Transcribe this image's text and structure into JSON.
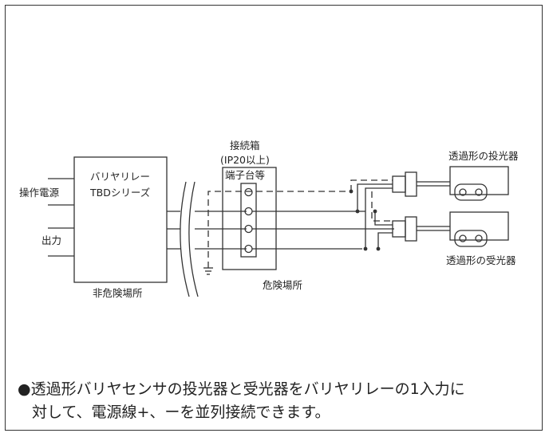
{
  "diagram": {
    "non_hazard": {
      "relay_line1": "バリヤリレー",
      "relay_line2": "TBDシリーズ",
      "input_label": "操作電源",
      "output_label": "出力",
      "area_label": "非危険場所"
    },
    "junction_box": {
      "title": "接続箱",
      "rating": "(IP20以上)",
      "terminal_label": "端子台等"
    },
    "hazard_area_label": "危険場所",
    "emitter_label": "透過形の投光器",
    "receiver_label": "透過形の受光器"
  },
  "note": {
    "line1": "●透過形バリヤセンサの投光器と受光器をバリヤリレーの1入力に",
    "line2": "対して、電源線+、ーを並列接続できます。"
  },
  "colors": {
    "line": "#333333",
    "background": "#ffffff"
  }
}
